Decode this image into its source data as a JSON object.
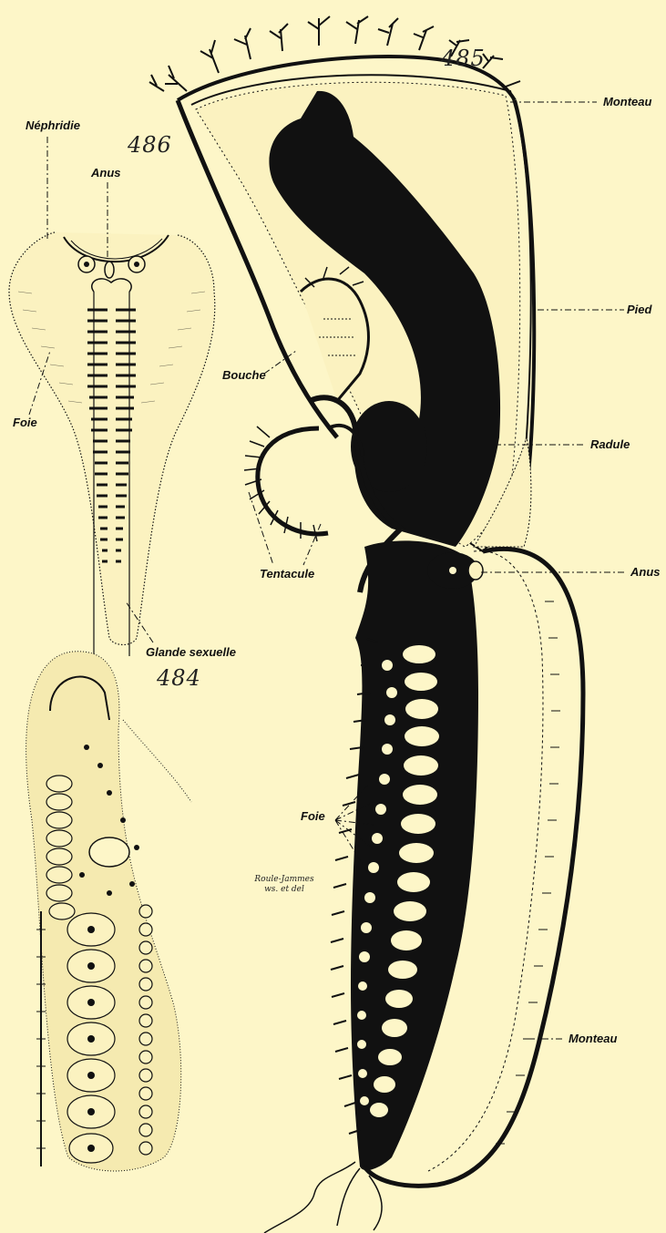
{
  "figures": {
    "fig485": {
      "number": "485"
    },
    "fig486": {
      "number": "486"
    },
    "fig484": {
      "number": "484"
    }
  },
  "labels": {
    "monteau_top": "Monteau",
    "pied": "Pied",
    "radule": "Radule",
    "anus_485": "Anus",
    "monteau_bottom": "Monteau",
    "bouche": "Bouche",
    "tentacule": "Tentacule",
    "foie_485": "Foie",
    "nephridie": "Néphridie",
    "anus_486": "Anus",
    "foie_486": "Foie",
    "glande_sexuelle": "Glande sexuelle"
  },
  "signature": {
    "line1": "Roule-Jammes",
    "line2": "ws. et del"
  },
  "colors": {
    "paper": "#fdf6c8",
    "ink": "#111111"
  }
}
